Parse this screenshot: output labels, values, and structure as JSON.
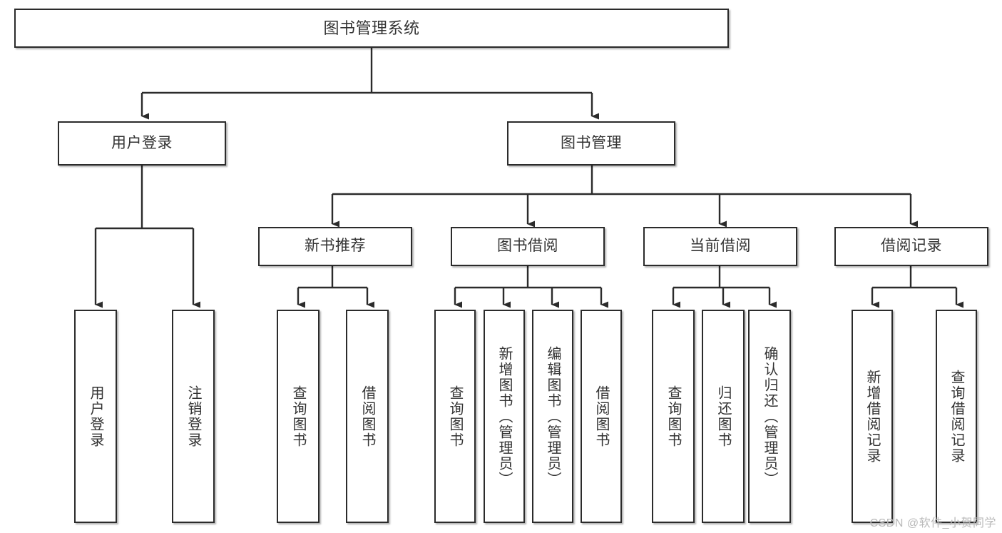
{
  "diagram": {
    "title": "图书管理系统",
    "type": "tree",
    "stroke_color": "#2b2b2b",
    "text_color": "#333333",
    "background": "#ffffff",
    "watermark": "CSDN @软件_小贺同学",
    "nodes": {
      "root": {
        "label": "图书管理系统"
      },
      "tier2": [
        {
          "label": "用户登录"
        },
        {
          "label": "图书管理"
        }
      ],
      "tier3": [
        {
          "label": "新书推荐"
        },
        {
          "label": "图书借阅"
        },
        {
          "label": "当前借阅"
        },
        {
          "label": "借阅记录"
        }
      ],
      "leaves_user_login": [
        {
          "label": "用户登录"
        },
        {
          "label": "注销登录"
        }
      ],
      "leaves_new_books": [
        {
          "label": "查询图书"
        },
        {
          "label": "借阅图书"
        }
      ],
      "leaves_borrow": [
        {
          "label": "查询图书"
        },
        {
          "label": "新增图书（管理员）"
        },
        {
          "label": "编辑图书（管理员）"
        },
        {
          "label": "借阅图书"
        }
      ],
      "leaves_current": [
        {
          "label": "查询图书"
        },
        {
          "label": "归还图书"
        },
        {
          "label": "确认归还（管理员）"
        }
      ],
      "leaves_records": [
        {
          "label": "新增借阅记录"
        },
        {
          "label": "查询借阅记录"
        }
      ]
    }
  }
}
